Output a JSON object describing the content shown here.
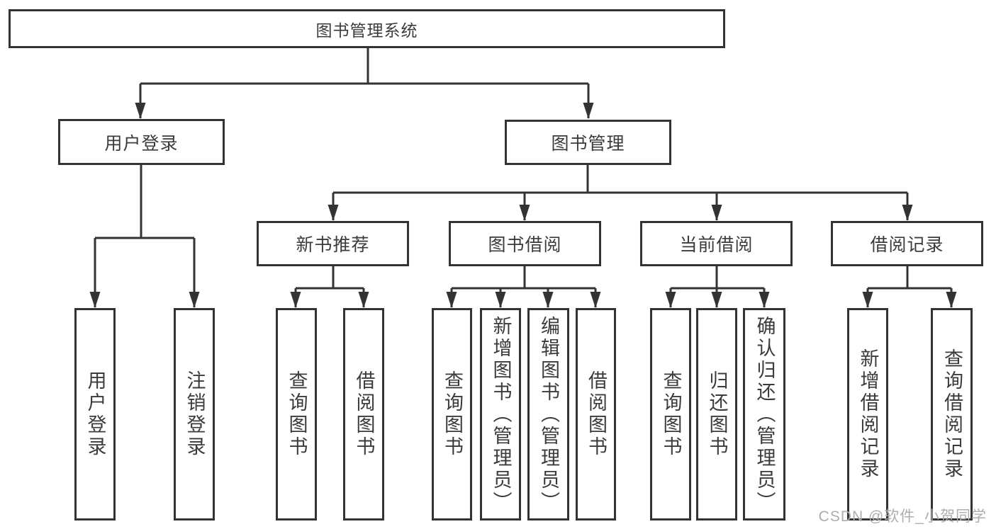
{
  "tree": {
    "root": {
      "label": "图书管理系统",
      "children": [
        {
          "label": "用户登录",
          "children": [
            {
              "label": "用户登录"
            },
            {
              "label": "注销登录"
            }
          ]
        },
        {
          "label": "图书管理",
          "children": [
            {
              "label": "新书推荐",
              "children": [
                {
                  "label": "查询图书"
                },
                {
                  "label": "借阅图书"
                }
              ]
            },
            {
              "label": "图书借阅",
              "children": [
                {
                  "label": "查询图书"
                },
                {
                  "label": "新增图书（管理员）"
                },
                {
                  "label": "编辑图书（管理员）"
                },
                {
                  "label": "借阅图书"
                }
              ]
            },
            {
              "label": "当前借阅",
              "children": [
                {
                  "label": "查询图书"
                },
                {
                  "label": "归还图书"
                },
                {
                  "label": "确认归还（管理员）"
                }
              ]
            },
            {
              "label": "借阅记录",
              "children": [
                {
                  "label": "新增借阅记录"
                },
                {
                  "label": "查询借阅记录"
                }
              ]
            }
          ]
        }
      ]
    }
  },
  "watermark": {
    "text": "CSDN @软件_小贺同学"
  },
  "colors": {
    "line": "#333333",
    "text": "#3b3b3b",
    "watermark": "#aeaeae",
    "background": "#ffffff"
  }
}
